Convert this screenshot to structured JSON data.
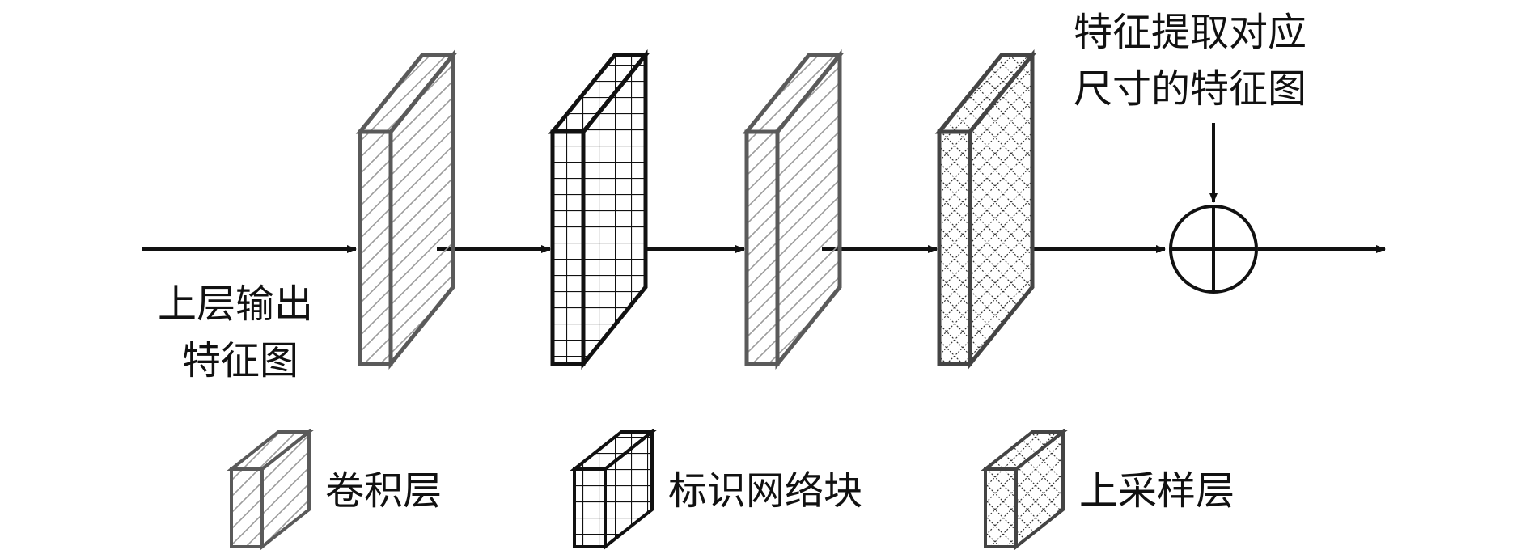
{
  "labels": {
    "input_line1": "上层输出",
    "input_line2": "特征图",
    "skip_line1": "特征提取对应",
    "skip_line2": "尺寸的特征图"
  },
  "legend": {
    "conv": "卷积层",
    "identity": "标识网络块",
    "upsample": "上采样层"
  },
  "colors": {
    "conv_stroke": "#5a5a5a",
    "identity_stroke": "#111111",
    "upsample_stroke": "#444444",
    "arrow": "#111111"
  }
}
